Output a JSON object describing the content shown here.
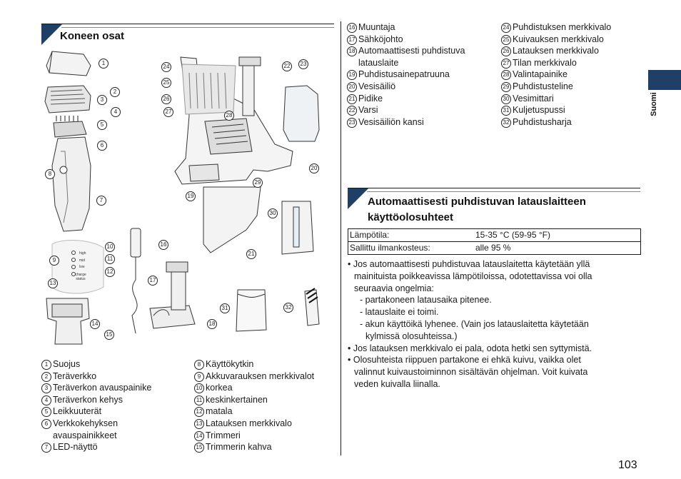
{
  "sections": {
    "parts_title": "Koneen osat",
    "conditions_title_line1": "Automaattisesti puhdistuvan latauslaitteen",
    "conditions_title_line2": "käyttöolosuhteet"
  },
  "side_tab": {
    "label": "Suomi",
    "color": "#1f3f66"
  },
  "diagram_labels": {
    "high": "high",
    "mid": "mid",
    "low": "low",
    "change_status": "charge status"
  },
  "parts_col1": [
    {
      "n": "1",
      "t": "Suojus"
    },
    {
      "n": "2",
      "t": "Teräverkko"
    },
    {
      "n": "3",
      "t": "Teräverkon avauspainike"
    },
    {
      "n": "4",
      "t": "Teräverkon kehys"
    },
    {
      "n": "5",
      "t": "Leikkuuterät"
    },
    {
      "n": "6",
      "t": "Verkkokehyksen",
      "t2": "avauspainikkeet"
    },
    {
      "n": "7",
      "t": "LED-näyttö"
    }
  ],
  "parts_col2": [
    {
      "n": "8",
      "t": "Käyttökytkin"
    },
    {
      "n": "9",
      "t": "Akkuvarauksen merkkivalot"
    },
    {
      "n": "10",
      "t": "korkea"
    },
    {
      "n": "11",
      "t": "keskinkertainen"
    },
    {
      "n": "12",
      "t": "matala"
    },
    {
      "n": "13",
      "t": "Latauksen merkkivalo"
    },
    {
      "n": "14",
      "t": "Trimmeri"
    },
    {
      "n": "15",
      "t": "Trimmerin kahva"
    }
  ],
  "parts_col3": [
    {
      "n": "16",
      "t": "Muuntaja"
    },
    {
      "n": "17",
      "t": "Sähköjohto"
    },
    {
      "n": "18",
      "t": "Automaattisesti puhdistuva",
      "t2": "latauslaite"
    },
    {
      "n": "19",
      "t": "Puhdistusainepatruuna"
    },
    {
      "n": "20",
      "t": "Vesisäiliö"
    },
    {
      "n": "21",
      "t": "Pidike"
    },
    {
      "n": "22",
      "t": "Varsi"
    },
    {
      "n": "23",
      "t": "Vesisäiliön kansi"
    }
  ],
  "parts_col4": [
    {
      "n": "24",
      "t": "Puhdistuksen merkkivalo"
    },
    {
      "n": "25",
      "t": "Kuivauksen merkkivalo"
    },
    {
      "n": "26",
      "t": "Latauksen merkkivalo"
    },
    {
      "n": "27",
      "t": "Tilan merkkivalo"
    },
    {
      "n": "28",
      "t": "Valintapainike"
    },
    {
      "n": "29",
      "t": "Puhdistusteline"
    },
    {
      "n": "30",
      "t": "Vesimittari"
    },
    {
      "n": "31",
      "t": "Kuljetuspussi"
    },
    {
      "n": "32",
      "t": "Puhdistusharja"
    }
  ],
  "conditions_table": [
    {
      "label": "Lämpötila:",
      "value": "15-35 °C (59-95 °F)"
    },
    {
      "label": "Sallittu ilmankosteus:",
      "value": "alle 95 %"
    }
  ],
  "notes": {
    "b1_l1": "• Jos automaattisesti puhdistuvaa latauslaitetta käytetään yllä",
    "b1_l2": "mainituista poikkeavissa lämpötiloissa, odotettavissa voi olla",
    "b1_l3": "seuraavia ongelmia:",
    "s1": "- partakoneen latausaika pitenee.",
    "s2": "- latauslaite ei toimi.",
    "s3_l1": "- akun käyttöikä lyhenee. (Vain jos latauslaitetta käytetään",
    "s3_l2": "kylmissä olosuhteissa.)",
    "b2": "• Jos latauksen merkkivalo ei pala, odota hetki sen syttymistä.",
    "b3_l1": "• Olosuhteista riippuen partakone ei ehkä kuivu, vaikka olet",
    "b3_l2": "valinnut kuivaustoiminnon sisältävän ohjelman. Voit kuivata",
    "b3_l3": "veden kuivalla liinalla."
  },
  "page_number": "103"
}
